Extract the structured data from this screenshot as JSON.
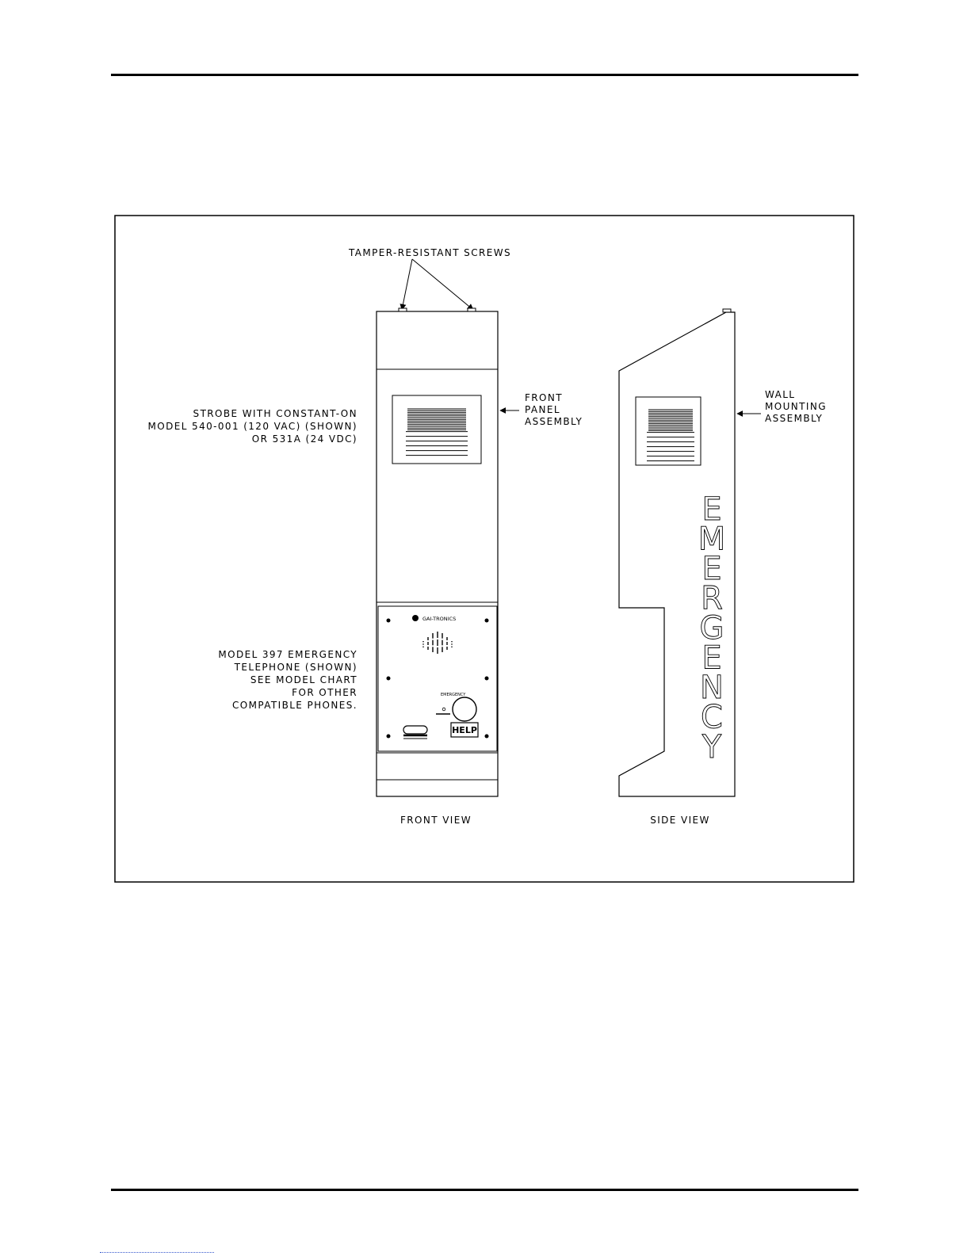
{
  "header": {
    "rule": "top"
  },
  "diagram": {
    "callouts": {
      "tamper": "TAMPER-RESISTANT SCREWS",
      "strobe": [
        "STROBE WITH CONSTANT-ON",
        "MODEL 540-001 (120 VAC) (SHOWN)",
        "OR 531A (24 VDC)"
      ],
      "front_panel": [
        "FRONT",
        "PANEL",
        "ASSEMBLY"
      ],
      "wall_mounting": [
        "WALL",
        "MOUNTING",
        "ASSEMBLY"
      ],
      "telephone": [
        "MODEL 397 EMERGENCY",
        "TELEPHONE (SHOWN)",
        "SEE MODEL CHART",
        "FOR OTHER",
        "COMPATIBLE PHONES."
      ]
    },
    "phone_face": {
      "brand": "GAI-TRONICS",
      "button_label": "EMERGENCY",
      "help_sign": "HELP"
    },
    "side_lettering": [
      "E",
      "M",
      "E",
      "R",
      "G",
      "E",
      "N",
      "C",
      "Y"
    ],
    "views": {
      "front": "FRONT VIEW",
      "side": "SIDE VIEW"
    }
  }
}
